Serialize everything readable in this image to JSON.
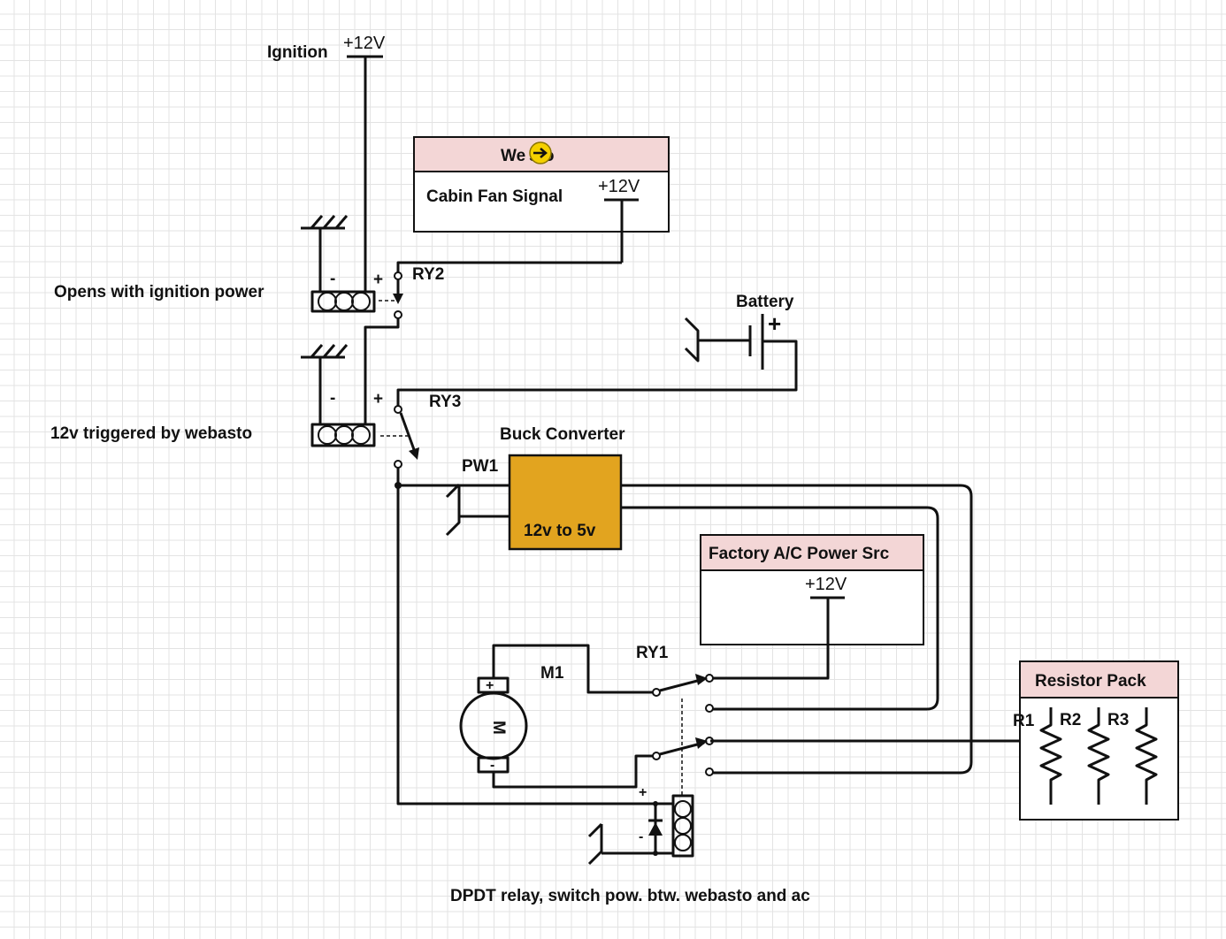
{
  "labels": {
    "ignition": "Ignition",
    "ignition_voltage": "+12V",
    "webasto_title": "We sto",
    "webasto_signal": "Cabin Fan Signal",
    "webasto_voltage": "+12V",
    "ry2": "RY2",
    "ry2_note": "Opens with ignition power",
    "ry3": "RY3",
    "ry3_note": "12v triggered by webasto",
    "battery": "Battery",
    "buck_title": "Buck Converter",
    "pw1": "PW1",
    "buck_text": "12v to 5v",
    "ac_title": "Factory A/C Power Src",
    "ac_voltage": "+12V",
    "ry1": "RY1",
    "m1": "M1",
    "motor_symbol": "M",
    "resistor_title": "Resistor Pack",
    "r1": "R1",
    "r2": "R2",
    "r3": "R3",
    "caption": "DPDT relay, switch pow. btw. webasto and ac",
    "plus": "+",
    "minus": "-"
  },
  "colors": {
    "buck_fill": "#e2a41f",
    "box_header": "#f3d6d6",
    "cursor_badge": "#f4d000"
  },
  "icons": {
    "cursor": "arrow-cursor-icon"
  }
}
